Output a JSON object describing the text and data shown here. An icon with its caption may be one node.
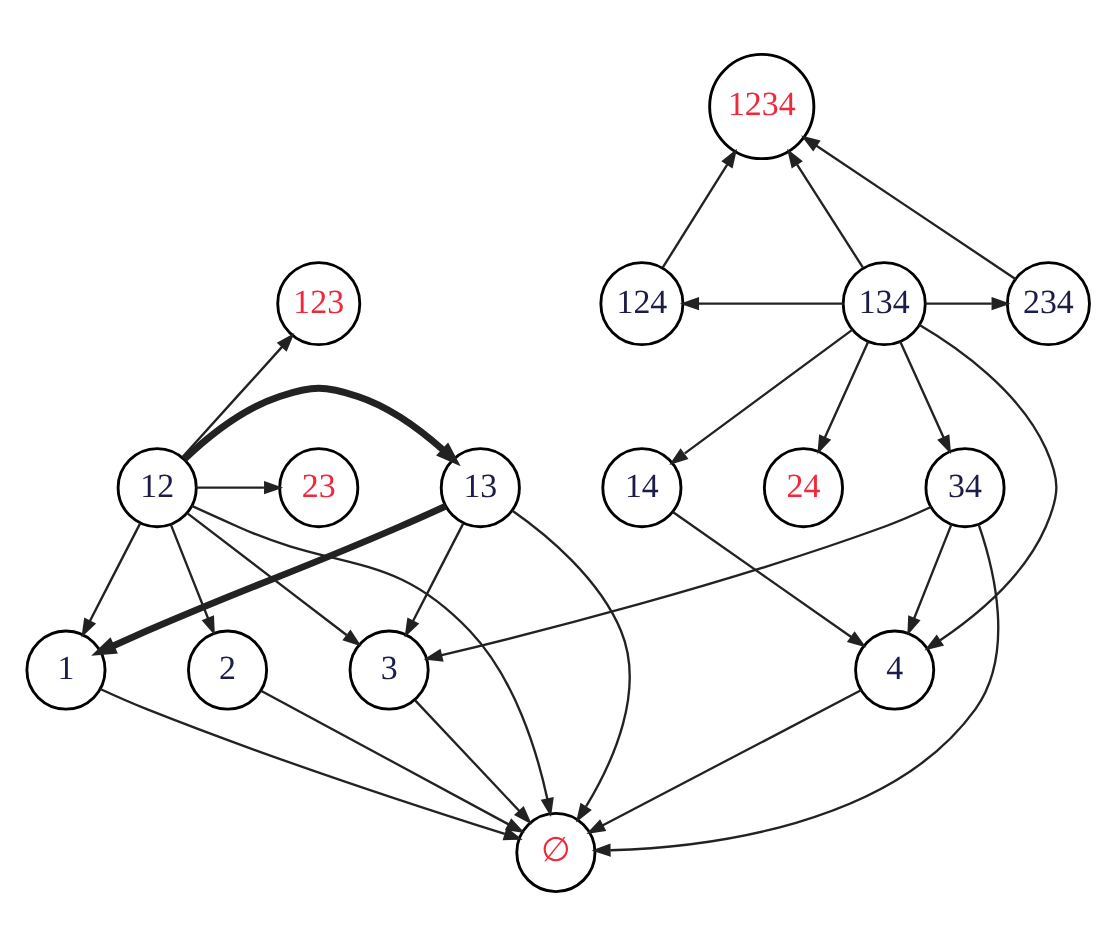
{
  "diagram": {
    "nodes": [
      {
        "text": [
          "1234"
        ]
      },
      {
        "text": [
          "123"
        ]
      },
      {
        "text": [
          "124"
        ]
      },
      {
        "text": [
          "134"
        ]
      },
      {
        "text": [
          "234"
        ]
      },
      {
        "text": [
          "12"
        ]
      },
      {
        "text": [
          "13"
        ]
      },
      {
        "text": [
          "14"
        ]
      },
      {
        "text": [
          "23"
        ]
      },
      {
        "text": [
          "24"
        ]
      },
      {
        "text": [
          "34"
        ]
      },
      {
        "text": [
          "1"
        ]
      },
      {
        "text": [
          "2"
        ]
      },
      {
        "text": [
          "3"
        ]
      },
      {
        "text": [
          "4"
        ]
      },
      {
        "text": [
          "∅"
        ]
      }
    ],
    "edges": [
      {
        "from": 2,
        "to": 0,
        "arrow": "to"
      },
      {
        "from": 3,
        "to": 0,
        "arrow": "to"
      },
      {
        "from": 4,
        "to": 0,
        "arrow": "to"
      },
      {
        "from": 3,
        "to": 2,
        "arrow": "to"
      },
      {
        "from": 3,
        "to": 4,
        "arrow": "to"
      },
      {
        "from": 3,
        "to": 7,
        "arrow": "to"
      },
      {
        "from": 3,
        "to": 9,
        "arrow": "to"
      },
      {
        "from": 3,
        "to": 10,
        "arrow": "to"
      },
      {
        "from": 3,
        "to": 14,
        "arrow": "to"
      },
      {
        "from": 5,
        "to": 1,
        "arrow": "to"
      },
      {
        "from": 5,
        "to": 8,
        "arrow": "to"
      },
      {
        "from": 5,
        "to": 6,
        "arrow": "to",
        "style": "thick"
      },
      {
        "from": 5,
        "to": 11,
        "arrow": "to"
      },
      {
        "from": 5,
        "to": 12,
        "arrow": "to"
      },
      {
        "from": 5,
        "to": 13,
        "arrow": "to"
      },
      {
        "from": 5,
        "to": 15,
        "arrow": "to"
      },
      {
        "from": 6,
        "to": 11,
        "arrow": "to",
        "style": "thick"
      },
      {
        "from": 6,
        "to": 13,
        "arrow": "to"
      },
      {
        "from": 6,
        "to": 15,
        "arrow": "to"
      },
      {
        "from": 7,
        "to": 14,
        "arrow": "to"
      },
      {
        "from": 10,
        "to": 13,
        "arrow": "to"
      },
      {
        "from": 10,
        "to": 14,
        "arrow": "to"
      },
      {
        "from": 10,
        "to": 15,
        "arrow": "to"
      },
      {
        "from": 11,
        "to": 15,
        "arrow": "to"
      },
      {
        "from": 12,
        "to": 15,
        "arrow": "to"
      },
      {
        "from": 13,
        "to": 15,
        "arrow": "to"
      },
      {
        "from": 14,
        "to": 15,
        "arrow": "to"
      }
    ]
  }
}
